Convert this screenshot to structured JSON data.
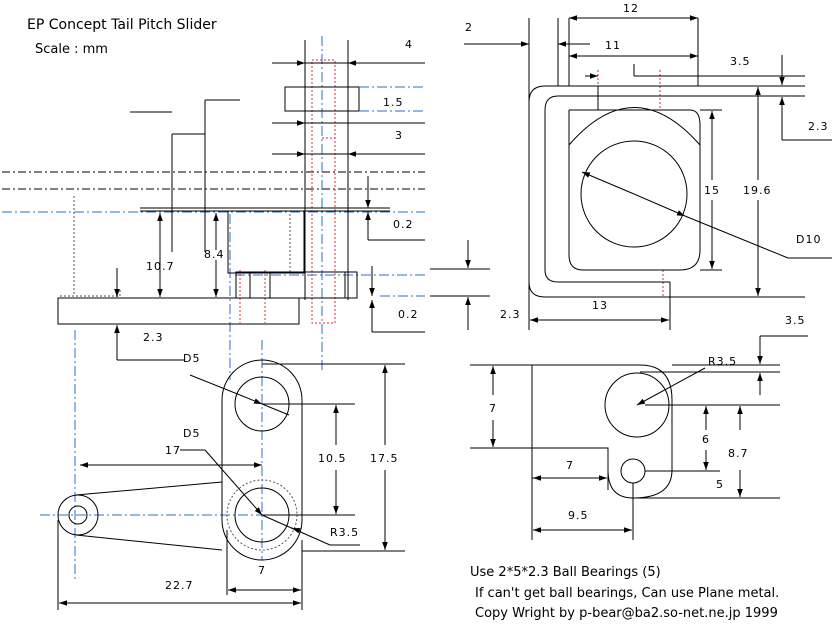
{
  "title": "EP Concept Tail Pitch Slider",
  "scale": "Scale : mm",
  "notes": {
    "bearings": "Use 2*5*2.3 Ball Bearings (5)",
    "plane": "If can't get ball bearings, Can use Plane metal.",
    "copyright": "Copy Wright by p-bear@ba2.so-net.ne.jp 1999"
  },
  "dims": {
    "side_4": "4",
    "side_1_5": "1.5",
    "side_3": "3",
    "side_0_2_top": "0.2",
    "side_0_2_bot": "0.2",
    "side_10_7": "10.7",
    "side_8_4": "8.4",
    "side_2_3": "2.3",
    "top_2": "2",
    "top_12": "12",
    "top_11": "11",
    "top_3_5": "3.5",
    "top_2_3": "2.3",
    "top_15": "15",
    "top_19_6": "19.6",
    "top_d10": "D10",
    "top_13": "13",
    "mid_2_3": "2.3",
    "arm_d5_top": "D5",
    "arm_d5_bot": "D5",
    "arm_17": "17",
    "arm_10_5": "10.5",
    "arm_17_5": "17.5",
    "arm_r3_5": "R3.5",
    "arm_22_7": "22.7",
    "arm_7": "7",
    "det_3_5": "3.5",
    "det_r3_5": "R3.5",
    "det_7_v": "7",
    "det_6": "6",
    "det_8_7": "8.7",
    "det_7_h": "7",
    "det_5": "5",
    "det_9_5": "9.5"
  }
}
